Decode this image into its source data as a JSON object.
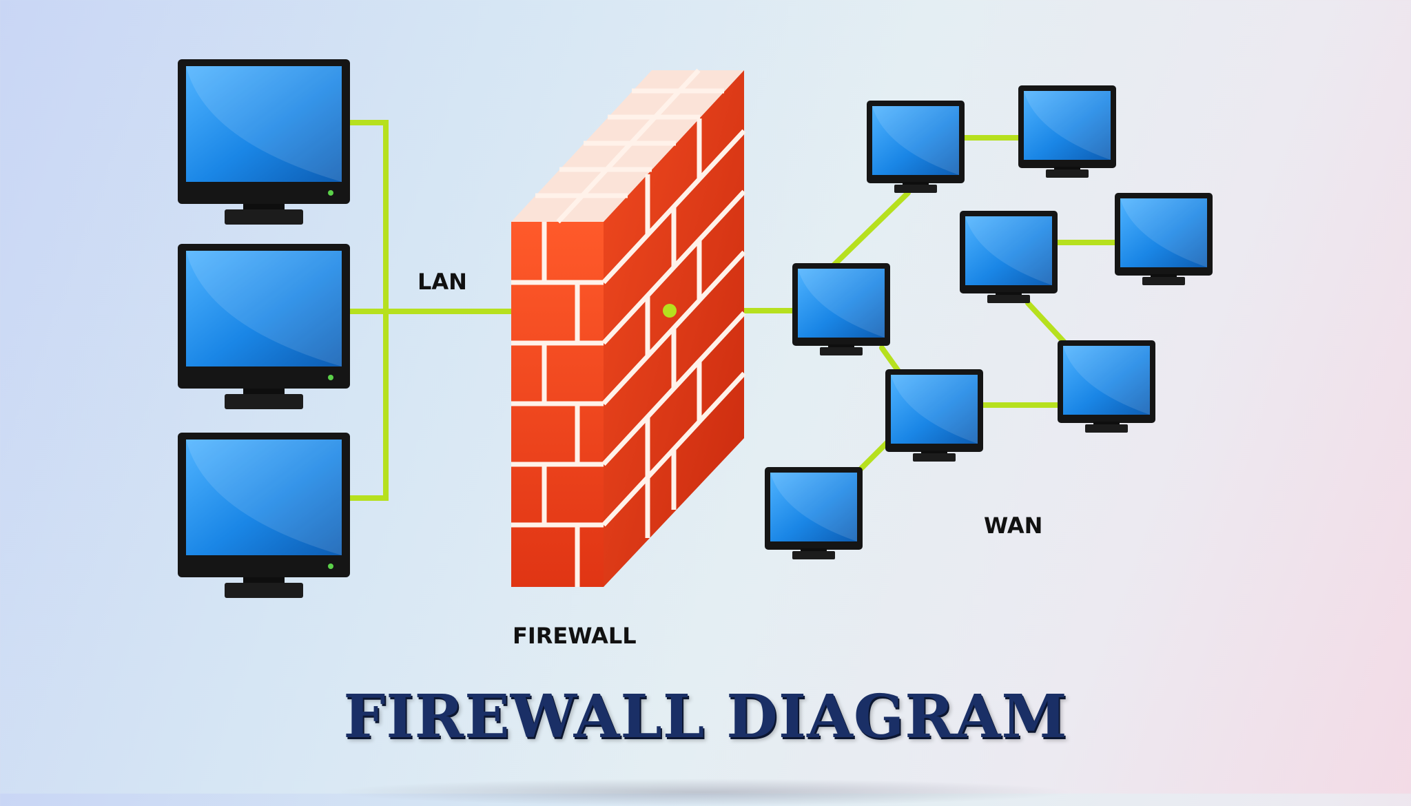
{
  "diagram": {
    "title": "FIREWALL DIAGRAM",
    "labels": {
      "lan": "LAN",
      "wan": "WAN",
      "firewall": "FIREWALL"
    },
    "nodes": {
      "lan": [
        "lan-computer-1",
        "lan-computer-2",
        "lan-computer-3"
      ],
      "wan": [
        "wan-computer-1",
        "wan-computer-2",
        "wan-computer-3",
        "wan-computer-4",
        "wan-computer-5",
        "wan-computer-6",
        "wan-computer-7",
        "wan-computer-8"
      ]
    },
    "edges": [
      [
        "lan-computer-1",
        "lan-bus"
      ],
      [
        "lan-computer-2",
        "lan-bus"
      ],
      [
        "lan-computer-3",
        "lan-bus"
      ],
      [
        "lan-bus",
        "firewall"
      ],
      [
        "firewall",
        "wan-computer-1"
      ],
      [
        "wan-computer-1",
        "wan-computer-2"
      ],
      [
        "wan-computer-2",
        "wan-computer-3"
      ],
      [
        "wan-computer-1",
        "wan-computer-4"
      ],
      [
        "wan-computer-4",
        "wan-computer-5"
      ],
      [
        "wan-computer-4",
        "wan-computer-6"
      ],
      [
        "wan-computer-6",
        "wan-computer-7"
      ],
      [
        "wan-computer-7",
        "wan-computer-8"
      ]
    ]
  },
  "colors": {
    "connector": "#b6e01e",
    "brick": "#f04a20",
    "mortar": "#fff2ea",
    "screen": "#1e88e5",
    "bezel": "#151515",
    "title": "#1a2f66"
  }
}
